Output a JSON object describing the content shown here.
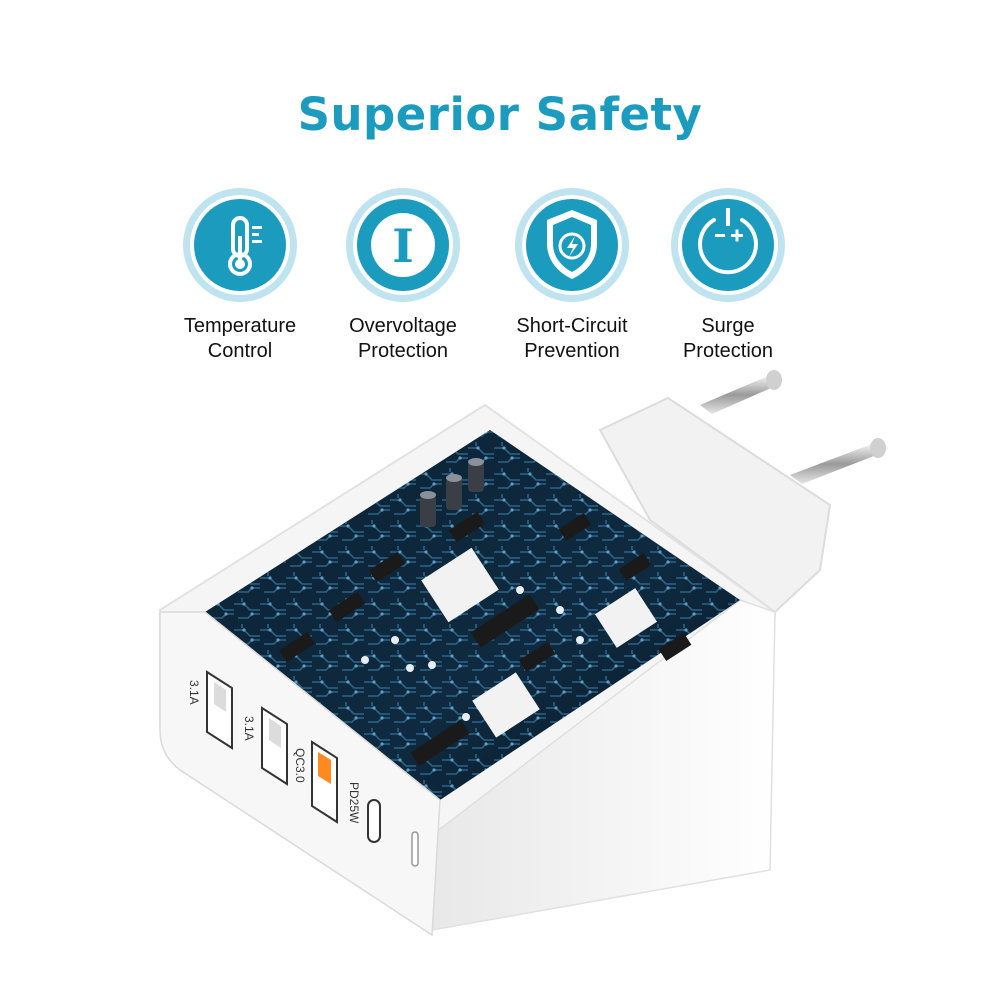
{
  "header": {
    "title": "Superior Safety"
  },
  "theme": {
    "accent": "#1b9bbd",
    "accent_light": "#bfe4ef"
  },
  "features": [
    {
      "icon": "thermometer-icon",
      "line1": "Temperature",
      "line2": "Control"
    },
    {
      "icon": "overvoltage-i-icon",
      "line1": "Overvoltage",
      "line2": "Protection"
    },
    {
      "icon": "shield-lightning-icon",
      "line1": "Short-Circuit",
      "line2": "Prevention"
    },
    {
      "icon": "surge-power-icon",
      "line1": "Surge",
      "line2": "Protection"
    }
  ],
  "charger": {
    "port_labels": [
      "3.1A",
      "3.1A",
      "QC3.0",
      "PD25W"
    ]
  }
}
